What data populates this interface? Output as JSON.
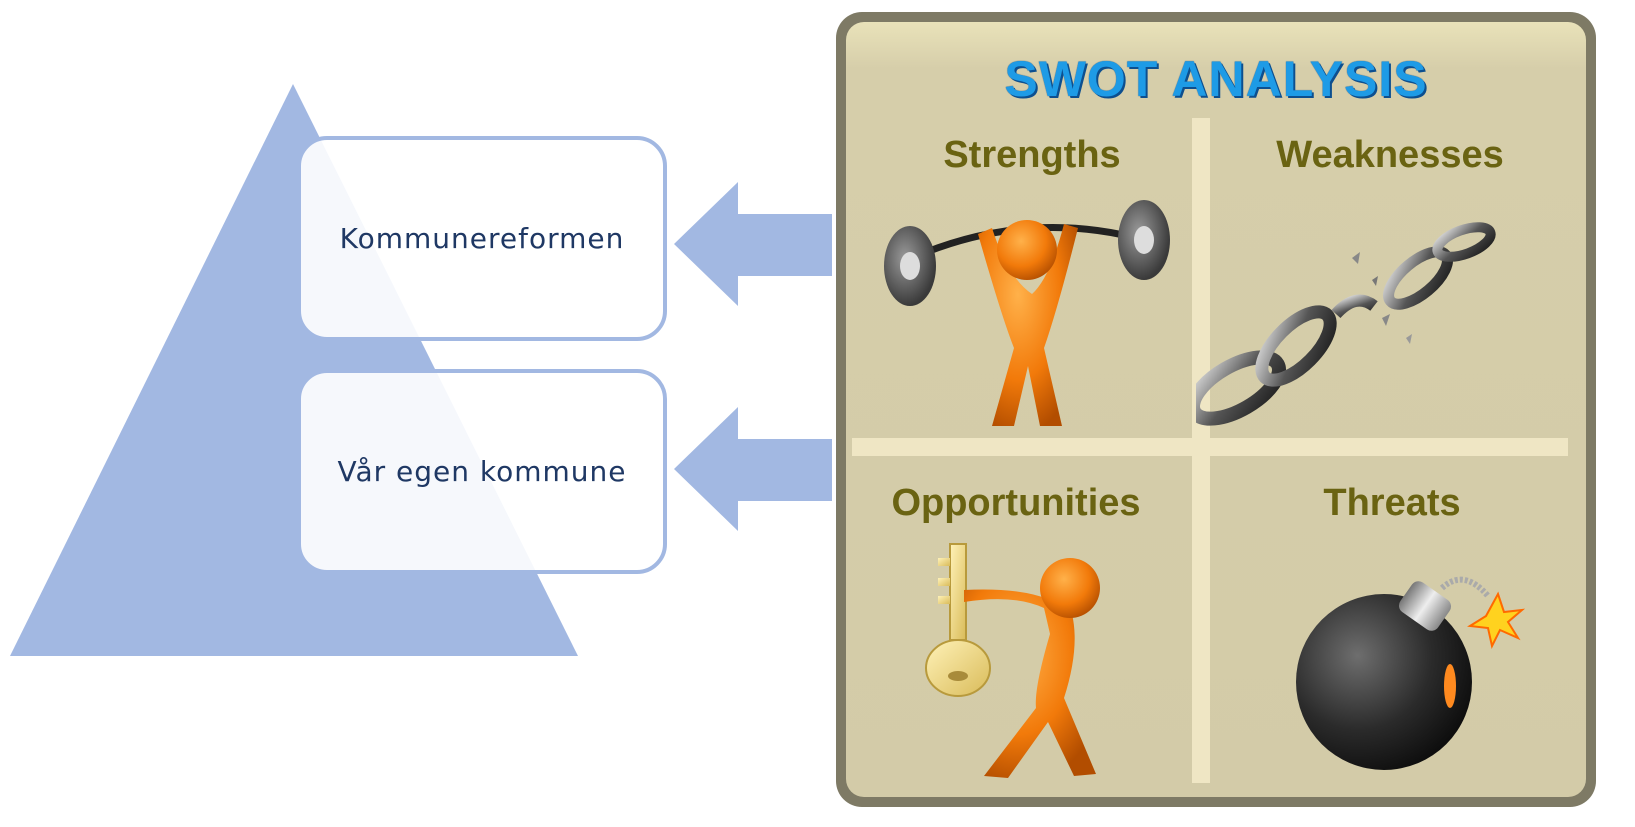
{
  "left_diagram": {
    "boxes": [
      {
        "label": "Kommunereformen"
      },
      {
        "label": "Vår egen kommune"
      }
    ],
    "colors": {
      "pyramid": "#a2b8e2",
      "box_border": "#a2b8e2",
      "text": "#1f3864"
    }
  },
  "swot": {
    "title": "SWOT ANALYSIS",
    "quadrants": [
      {
        "label": "Strengths",
        "icon": "weightlifter-icon"
      },
      {
        "label": "Weaknesses",
        "icon": "broken-chain-icon"
      },
      {
        "label": "Opportunities",
        "icon": "key-carrier-icon"
      },
      {
        "label": "Threats",
        "icon": "bomb-icon"
      }
    ],
    "colors": {
      "title": "#1e9be6",
      "label": "#6a6312",
      "panel": "#d3cba8",
      "frame": "#7e7a65"
    }
  }
}
